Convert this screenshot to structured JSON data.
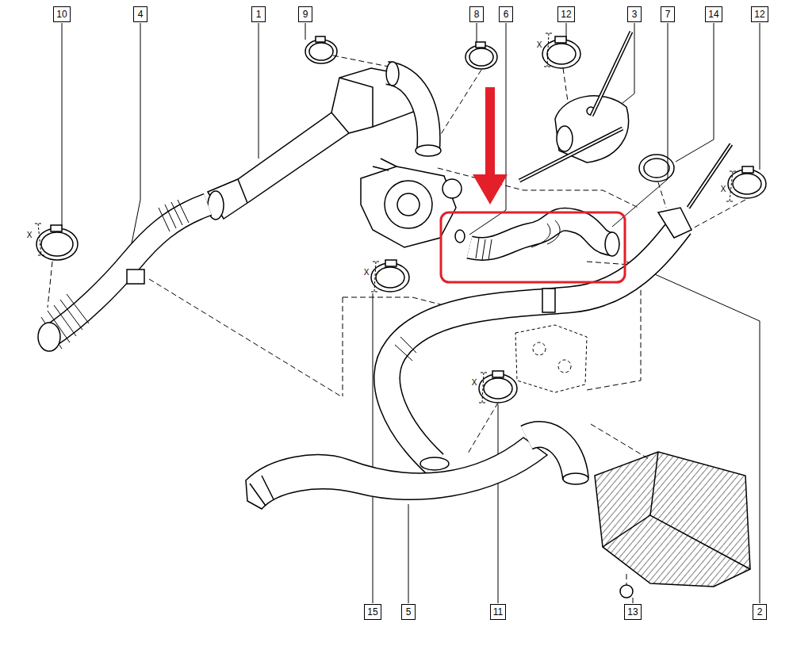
{
  "diagram": {
    "nodes": [
      {
        "text": [
          "10"
        ]
      },
      {
        "text": [
          "4"
        ]
      },
      {
        "text": [
          "1"
        ]
      },
      {
        "text": [
          "9"
        ]
      },
      {
        "text": [
          "8"
        ]
      },
      {
        "text": [
          "6"
        ]
      },
      {
        "text": [
          "12"
        ]
      },
      {
        "text": [
          "3"
        ]
      },
      {
        "text": [
          "7"
        ]
      },
      {
        "text": [
          "14"
        ]
      },
      {
        "text": [
          "12"
        ]
      },
      {
        "text": [
          "15"
        ]
      },
      {
        "text": [
          "5"
        ]
      },
      {
        "text": [
          "11"
        ]
      },
      {
        "text": [
          "13"
        ]
      },
      {
        "text": [
          "2"
        ]
      }
    ],
    "labels": [
      "X",
      "X",
      "X",
      "X",
      "X"
    ]
  }
}
